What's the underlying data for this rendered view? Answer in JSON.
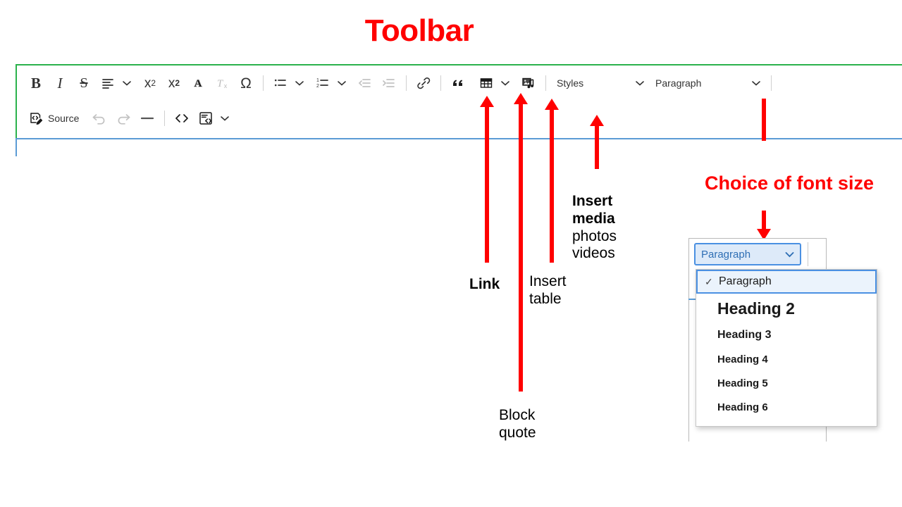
{
  "slide": {
    "title": "Toolbar",
    "title_color": "#FF0000",
    "annotation_color": "#FF0000"
  },
  "editor": {
    "border_color": "#2bb24c",
    "content_border_color": "#5b9bd5",
    "toolbar_row1": [
      {
        "name": "bold",
        "label": "B",
        "type": "text-bold"
      },
      {
        "name": "italic",
        "label": "I",
        "type": "text-italic"
      },
      {
        "name": "strikethrough",
        "label": "S",
        "type": "text-strike"
      },
      {
        "name": "text-alignment",
        "label": "",
        "type": "icon",
        "has_caret": true
      },
      {
        "name": "superscript",
        "label": "x2",
        "type": "sup"
      },
      {
        "name": "subscript",
        "label": "x2",
        "type": "sub"
      },
      {
        "name": "font-color",
        "label": "A",
        "type": "icon"
      },
      {
        "name": "remove-format",
        "label": "Tx",
        "type": "icon",
        "disabled": true
      },
      {
        "name": "special-character",
        "label": "Ω",
        "type": "icon"
      },
      {
        "name": "bulleted-list",
        "label": "",
        "type": "icon",
        "has_caret": true
      },
      {
        "name": "numbered-list",
        "label": "",
        "type": "icon",
        "has_caret": true
      },
      {
        "name": "decrease-indent",
        "label": "",
        "type": "icon",
        "disabled": true
      },
      {
        "name": "increase-indent",
        "label": "",
        "type": "icon",
        "disabled": true
      },
      {
        "name": "link",
        "label": "",
        "type": "icon"
      },
      {
        "name": "block-quote",
        "label": "",
        "type": "icon"
      },
      {
        "name": "insert-table",
        "label": "",
        "type": "icon",
        "has_caret": true
      },
      {
        "name": "insert-media",
        "label": "",
        "type": "icon"
      }
    ],
    "toolbar_row2": [
      {
        "name": "source",
        "label": "Source",
        "type": "icon-text"
      },
      {
        "name": "undo",
        "label": "",
        "type": "icon",
        "disabled": true
      },
      {
        "name": "redo",
        "label": "",
        "type": "icon",
        "disabled": true
      },
      {
        "name": "horizontal-line",
        "label": "",
        "type": "icon"
      },
      {
        "name": "code-block",
        "label": "",
        "type": "icon"
      },
      {
        "name": "html-embed",
        "label": "",
        "type": "icon",
        "has_caret": true
      }
    ],
    "styles_dropdown": {
      "value": "Styles",
      "caret": "⌄"
    },
    "paragraph_dropdown": {
      "value": "Paragraph",
      "caret": "⌄"
    }
  },
  "annotations": {
    "link": "Link",
    "insert_table_line1": "Insert",
    "insert_table_line2": "table",
    "insert_media_line1": "Insert",
    "insert_media_line2": "media",
    "insert_media_line3": "photos",
    "insert_media_line4": "videos",
    "block_quote_line1": "Block",
    "block_quote_line2": "quote",
    "choice_of_font_size": "Choice of font size"
  },
  "open_dropdown": {
    "trigger_value": "Paragraph",
    "trigger_caret": "⌄",
    "check_glyph": "✓",
    "items": [
      {
        "label": "Paragraph",
        "selected": true
      },
      {
        "label": "Heading 2",
        "selected": false
      },
      {
        "label": "Heading 3",
        "selected": false
      },
      {
        "label": "Heading 4",
        "selected": false
      },
      {
        "label": "Heading 5",
        "selected": false
      },
      {
        "label": "Heading 6",
        "selected": false
      }
    ]
  }
}
